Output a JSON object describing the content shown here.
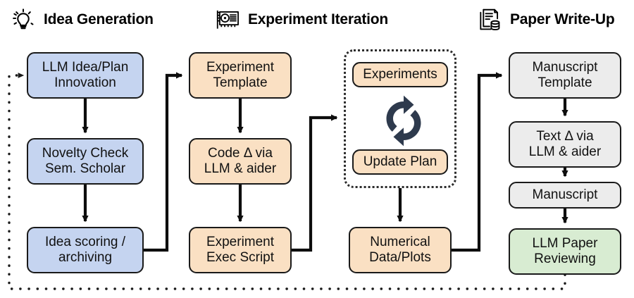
{
  "diagram": {
    "title": "AI Scientist pipeline",
    "background": "#ffffff",
    "colors": {
      "blue": "#c5d4f0",
      "orange": "#fae0c3",
      "gray": "#ececec",
      "green": "#d8ecd2",
      "stroke": "#1a1a1a",
      "loop_icon": "#2e3a4d"
    }
  },
  "headers": [
    {
      "id": "idea-generation",
      "label": "Idea Generation",
      "icon": "lightbulb-icon"
    },
    {
      "id": "experiment-iteration",
      "label": "Experiment Iteration",
      "icon": "gpu-card-icon"
    },
    {
      "id": "paper-write-up",
      "label": "Paper Write-Up",
      "icon": "document-database-icon"
    }
  ],
  "nodes": [
    {
      "id": "llm-idea-plan-innovation",
      "label": "LLM Idea/Plan\nInnovation",
      "color": "blue"
    },
    {
      "id": "novelty-check",
      "label": "Novelty Check\nSem. Scholar",
      "color": "blue"
    },
    {
      "id": "idea-scoring-archiving",
      "label": "Idea scoring /\narchiving",
      "color": "blue"
    },
    {
      "id": "experiment-template",
      "label": "Experiment\nTemplate",
      "color": "orange"
    },
    {
      "id": "code-delta-via-llm-aider",
      "label": "Code Δ via\nLLM & aider",
      "color": "orange"
    },
    {
      "id": "experiment-exec-script",
      "label": "Experiment\nExec Script",
      "color": "orange"
    },
    {
      "id": "experiments",
      "label": "Experiments",
      "color": "orange"
    },
    {
      "id": "update-plan",
      "label": "Update Plan",
      "color": "orange"
    },
    {
      "id": "numerical-data-plots",
      "label": "Numerical\nData/Plots",
      "color": "orange"
    },
    {
      "id": "manuscript-template",
      "label": "Manuscript\nTemplate",
      "color": "gray"
    },
    {
      "id": "text-delta-via-llm-aider",
      "label": "Text Δ via\nLLM & aider",
      "color": "gray"
    },
    {
      "id": "manuscript",
      "label": "Manuscript",
      "color": "gray"
    },
    {
      "id": "llm-paper-reviewing",
      "label": "LLM Paper\nReviewing",
      "color": "green"
    }
  ],
  "groups": [
    {
      "id": "iteration-loop-group",
      "style": "dotted",
      "icon": "refresh-loop-icon"
    }
  ],
  "edges": [
    {
      "from": "llm-idea-plan-innovation",
      "to": "novelty-check",
      "style": "solid"
    },
    {
      "from": "novelty-check",
      "to": "idea-scoring-archiving",
      "style": "solid"
    },
    {
      "from": "idea-scoring-archiving",
      "to": "experiment-template",
      "style": "solid"
    },
    {
      "from": "experiment-template",
      "to": "code-delta-via-llm-aider",
      "style": "solid"
    },
    {
      "from": "code-delta-via-llm-aider",
      "to": "experiment-exec-script",
      "style": "solid"
    },
    {
      "from": "experiment-exec-script",
      "to": "iteration-loop-group",
      "style": "solid"
    },
    {
      "from": "iteration-loop-group",
      "to": "numerical-data-plots",
      "style": "solid"
    },
    {
      "from": "numerical-data-plots",
      "to": "manuscript-template",
      "style": "solid"
    },
    {
      "from": "manuscript-template",
      "to": "text-delta-via-llm-aider",
      "style": "solid"
    },
    {
      "from": "text-delta-via-llm-aider",
      "to": "manuscript",
      "style": "solid"
    },
    {
      "from": "manuscript",
      "to": "llm-paper-reviewing",
      "style": "solid"
    },
    {
      "from": "llm-paper-reviewing",
      "to": "llm-idea-plan-innovation",
      "style": "dotted"
    }
  ]
}
